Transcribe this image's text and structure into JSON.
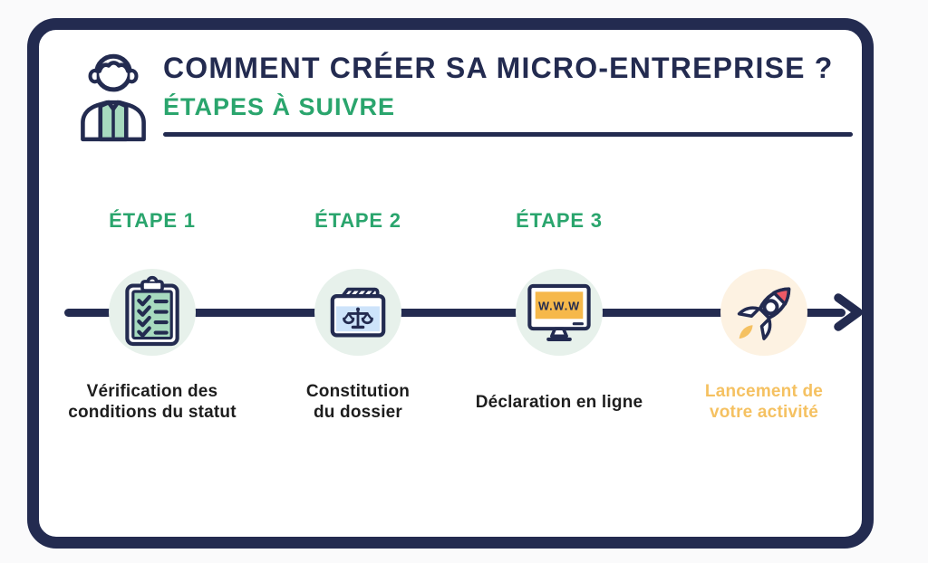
{
  "header": {
    "title": "COMMENT CRÉER SA MICRO-ENTREPRISE ?",
    "subtitle": "ÉTAPES À SUIVRE",
    "icon": "businessman-icon"
  },
  "steps": [
    {
      "label": "ÉTAPE 1",
      "caption": "Vérification des\nconditions du statut",
      "icon": "checklist-clipboard-icon"
    },
    {
      "label": "ÉTAPE 2",
      "caption": "Constitution\ndu dossier",
      "icon": "legal-folder-icon"
    },
    {
      "label": "ÉTAPE 3",
      "caption": "Déclaration en ligne",
      "icon": "www-monitor-icon"
    },
    {
      "label": "",
      "caption": "Lancement de\nvotre activité",
      "icon": "rocket-icon",
      "highlight": true
    }
  ],
  "monitor": {
    "screen_text": "W.W.W"
  },
  "colors": {
    "navy": "#232b50",
    "green": "#2aa56d",
    "yellow": "#f5c161",
    "orange": "#f6b84a",
    "red": "#ee5a66",
    "mint": "#a7dabf",
    "mintbg": "#e7f1eb",
    "blue": "#cde3fa",
    "cream": "#fdf2e2",
    "dark": "#1d1d1d",
    "page": "#fafafb",
    "card": "#ffffff"
  }
}
